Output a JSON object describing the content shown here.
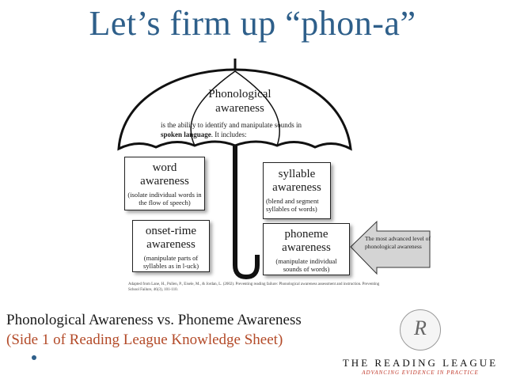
{
  "title": "Let’s firm up “phon-a”",
  "umbrella": {
    "title_line1": "Phonological",
    "title_line2": "awareness",
    "definition_pre": "is the ability to identify and manipulate sounds in ",
    "definition_bold": "spoken language",
    "definition_post": ".  It includes:"
  },
  "boxes": {
    "word": {
      "main1": "word",
      "main2": "awareness",
      "sub": "(isolate individual words in the flow of speech)"
    },
    "syllable": {
      "main1": "syllable",
      "main2": "awareness",
      "sub": "(blend and segment syllables of words)"
    },
    "onset_rime": {
      "main1": "onset-rime",
      "main2": "awareness",
      "sub": "(manipulate parts of syllables as in l-uck)"
    },
    "phoneme": {
      "main1": "phoneme",
      "main2": "awareness",
      "sub": "(manipulate individual sounds of words)"
    }
  },
  "arrow_note": "The most advanced level of phonological awareness",
  "citation": "Adapted from Lane, H., Pullen, P., Eisele, M., & Jordan, L. (2002). Preventing reading failure: Phonological awareness assessment and instruction. Preventing School Failure, 46(3), 101-110.",
  "footer": {
    "line1": "Phonological Awareness vs. Phoneme Awareness",
    "line2": "(Side 1 of Reading League Knowledge Sheet)"
  },
  "logo": {
    "letter": "R",
    "name": "THE READING LEAGUE",
    "tagline": "ADVANCING EVIDENCE IN PRACTICE"
  },
  "colors": {
    "title": "#2e5f8a",
    "footer_highlight": "#b34a28",
    "arrow_fill": "#d4d4d4"
  }
}
